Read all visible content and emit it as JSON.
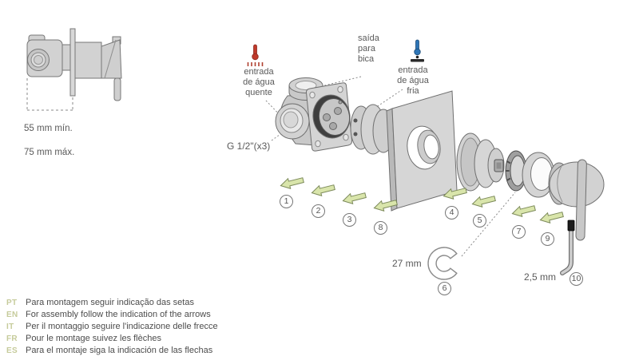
{
  "inset": {
    "depth_min": "55 mm mín.",
    "depth_max": "75 mm máx."
  },
  "diagram": {
    "labels": {
      "spout_outlet": "saída\npara\nbica",
      "hot_inlet": "entrada\nde água\nquente",
      "cold_inlet": "entrada\nde água\nfria",
      "thread_size": "G 1/2\"(x3)",
      "wrench_size": "27 mm",
      "hex_key_size": "2,5 mm"
    },
    "steps": [
      "1",
      "2",
      "3",
      "4",
      "5",
      "6",
      "7",
      "8",
      "9",
      "10"
    ]
  },
  "instructions": [
    {
      "lang": "PT",
      "text": "Para montagem seguir indicação das setas"
    },
    {
      "lang": "EN",
      "text": "For assembly follow the indication of the arrows"
    },
    {
      "lang": "IT",
      "text": "Per il montaggio seguire l'indicazione delle frecce"
    },
    {
      "lang": "FR",
      "text": "Pour le montage suivez les flèches"
    },
    {
      "lang": "ES",
      "text": "Para el montaje siga la indicación de las flechas"
    }
  ],
  "colors": {
    "arrow_fill": "#d9e5ab",
    "arrow_stroke": "#7c8a5a",
    "part_fill": "#d2d2d2",
    "part_stroke": "#6f6f6f",
    "hot": "#c0392b",
    "cold": "#2e75b6",
    "lang_code": "#c6cb9b",
    "text": "#595959"
  }
}
